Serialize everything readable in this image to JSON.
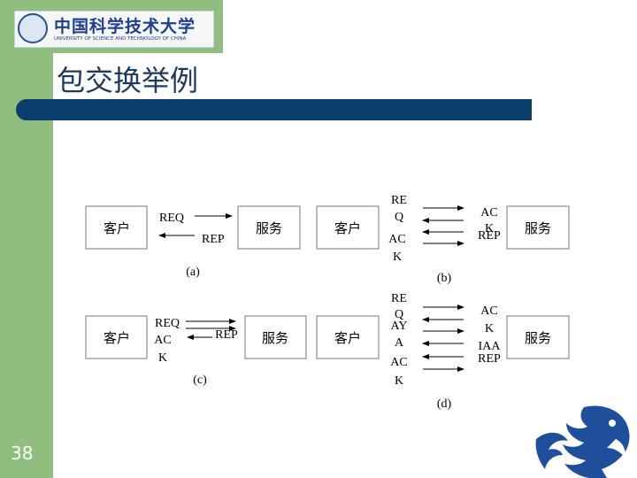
{
  "slide": {
    "title": "包交换举例",
    "page_number": "38"
  },
  "logo": {
    "name_cn": "中国科学技术大学",
    "name_en": "UNIVERSITY OF SCIENCE AND TECHNOLOGY OF CHINA"
  },
  "diagram": {
    "a": {
      "caption": "(a)",
      "client": "客户",
      "server": "服务",
      "labels": [
        "REQ",
        "REP"
      ]
    },
    "b": {
      "caption": "(b)",
      "client": "客户",
      "server": "服务",
      "left_labels": [
        "RE",
        "Q",
        "AC",
        "K"
      ],
      "right_labels": [
        "AC",
        "K",
        "REP"
      ]
    },
    "c": {
      "caption": "(c)",
      "client": "客户",
      "server": "服务",
      "left_labels": [
        "REQ",
        "AC",
        "K"
      ],
      "right_labels": [
        "REP"
      ]
    },
    "d": {
      "caption": "(d)",
      "client": "客户",
      "server": "服务",
      "left_labels": [
        "RE",
        "Q",
        "AY",
        "A",
        "AC",
        "K"
      ],
      "right_labels": [
        "AC",
        "K",
        "IAA",
        "REP"
      ]
    }
  },
  "colors": {
    "sidebar": "#8fbe7f",
    "title_bar": "#0b3d6d",
    "title_text": "#1c3a5c",
    "dragon": "#1f4f9a"
  }
}
